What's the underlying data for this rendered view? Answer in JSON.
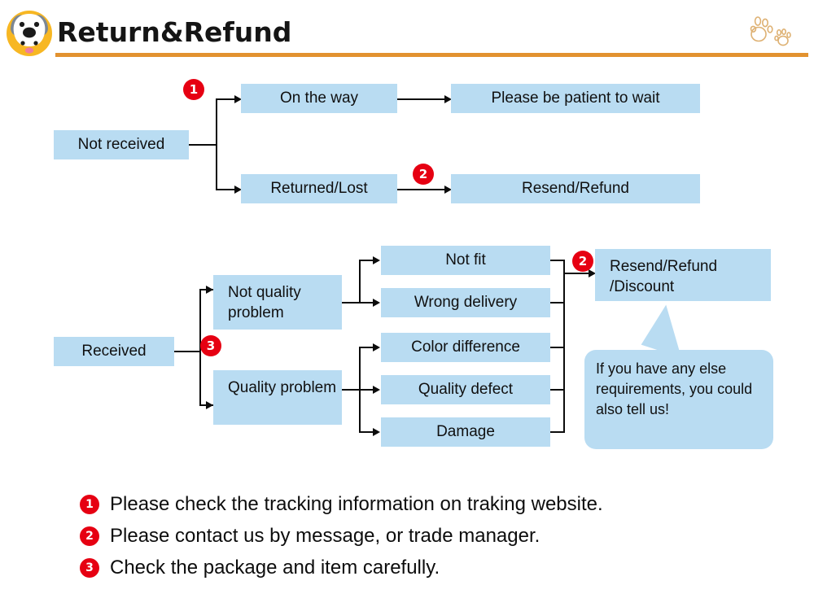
{
  "header": {
    "title": "Return&Refund",
    "logo_icon": "dog-face-icon",
    "paw_icon": "paw-prints-icon",
    "rule_color": "#e2922f"
  },
  "colors": {
    "box_fill": "#b9dcf2",
    "badge_red": "#e60012",
    "line": "#0c0c0c",
    "text": "#101010"
  },
  "flow_not_received": {
    "root": "Not received",
    "badge_1": "1",
    "badge_2": "2",
    "branches": [
      {
        "label": "On the way",
        "result": "Please be patient to wait"
      },
      {
        "label": "Returned/Lost",
        "result": "Resend/Refund"
      }
    ]
  },
  "flow_received": {
    "root": "Received",
    "badge_2": "2",
    "badge_3": "3",
    "groups": [
      {
        "label": "Not quality problem",
        "reasons": [
          "Not fit",
          "Wrong delivery"
        ]
      },
      {
        "label": "Quality problem",
        "reasons": [
          "Color difference",
          "Quality defect",
          "Damage"
        ]
      }
    ],
    "outcome": "Resend/Refund\n/Discount",
    "outcome_line1": "Resend/Refund",
    "outcome_line2": "/Discount",
    "bubble": "If you have any else requirements, you could also tell us!"
  },
  "notes": [
    {
      "number": "1",
      "text": "Please check the tracking information on traking website."
    },
    {
      "number": "2",
      "text": "Please contact us by message, or trade manager."
    },
    {
      "number": "3",
      "text": "Check the package and item carefully."
    }
  ]
}
